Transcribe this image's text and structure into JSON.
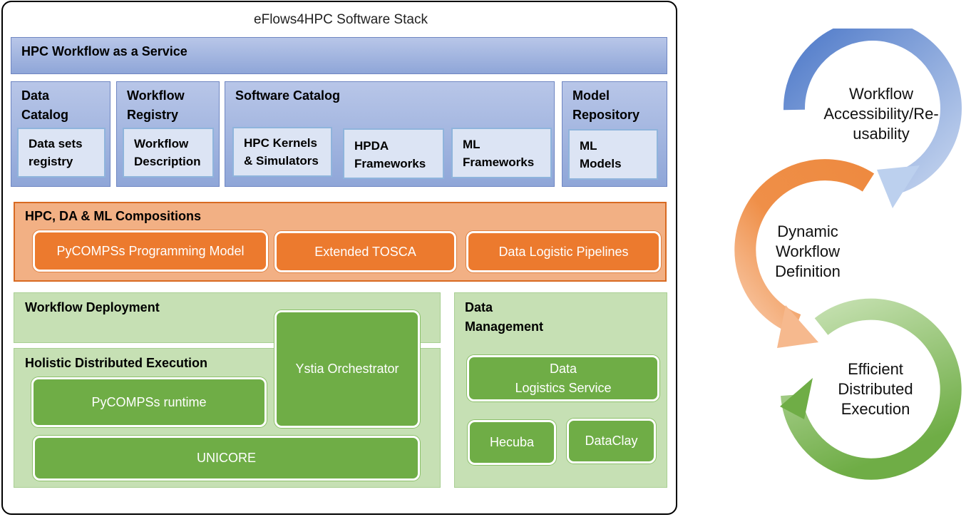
{
  "stack": {
    "title": "eFlows4HPC Software Stack",
    "hpc_waas": "HPC Workflow as a Service",
    "data_catalog": {
      "title_line1": "Data",
      "title_line2": "Catalog",
      "inner_line1": "Data sets",
      "inner_line2": "registry"
    },
    "workflow_registry": {
      "title_line1": "Workflow",
      "title_line2": "Registry",
      "inner_line1": "Workflow",
      "inner_line2": "Description"
    },
    "software_catalog": {
      "title": "Software Catalog",
      "items": [
        {
          "line1": "HPC Kernels",
          "line2": "& Simulators"
        },
        {
          "line1": "HPDA",
          "line2": "Frameworks"
        },
        {
          "line1": "ML",
          "line2": "Frameworks"
        }
      ]
    },
    "model_repository": {
      "title_line1": "Model",
      "title_line2": "Repository",
      "inner_line1": "ML",
      "inner_line2": "Models"
    },
    "compositions": {
      "title": "HPC, DA & ML Compositions",
      "items": [
        "PyCOMPSs Programming Model",
        "Extended TOSCA",
        "Data Logistic Pipelines"
      ]
    },
    "workflow_deployment": "Workflow Deployment",
    "holistic_execution": "Holistic Distributed Execution",
    "ystia": "Ystia Orchestrator",
    "pycompss_runtime": "PyCOMPSs runtime",
    "unicore": "UNICORE",
    "data_management": {
      "title_line1": "Data",
      "title_line2": "Management",
      "logistics_line1": "Data",
      "logistics_line2": "Logistics Service",
      "hecuba": "Hecuba",
      "dataclay": "DataClay"
    }
  },
  "cycle": {
    "top": [
      "Workflow",
      "Accessibility/Re-",
      "usability"
    ],
    "middle": [
      "Dynamic",
      "Workflow",
      "Definition"
    ],
    "bottom": [
      "Efficient",
      "Distributed",
      "Execution"
    ],
    "colors": {
      "blue": "#4f7ac9",
      "orange": "#ee8a40",
      "green": "#6fad46"
    }
  }
}
